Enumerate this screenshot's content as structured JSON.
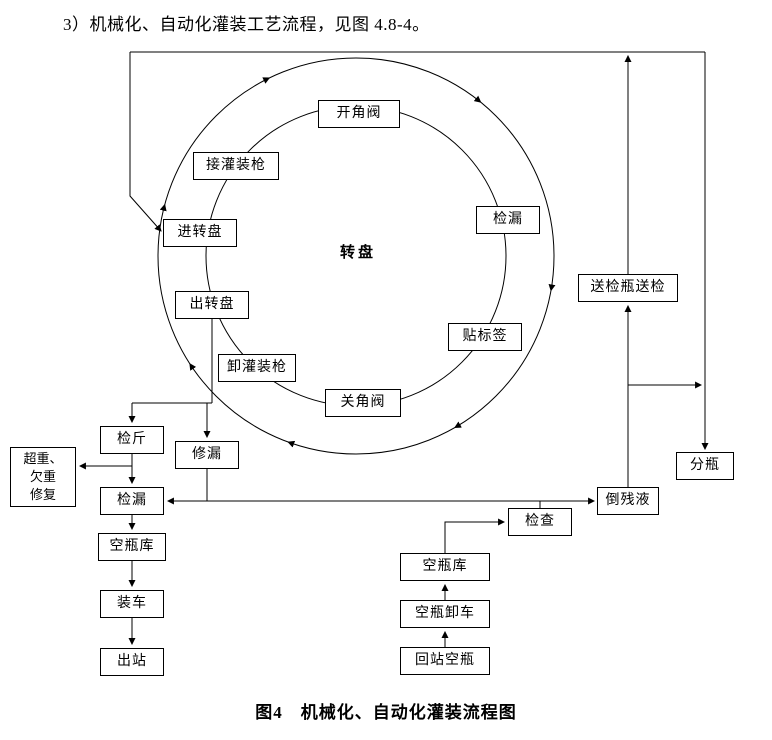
{
  "page": {
    "heading": "3）机械化、自动化灌装工艺流程，见图 4.8-4。",
    "caption": "图4　机械化、自动化灌装流程图"
  },
  "diagram": {
    "turntable_label": "转盘",
    "nodes": {
      "open_angle_valve": "开角阀",
      "attach_filling_gun": "接灌装枪",
      "enter_turntable": "进转盘",
      "leak_test_turntable": "检漏",
      "apply_label": "贴标签",
      "close_angle_valve": "关角阀",
      "remove_filling_gun": "卸灌装枪",
      "exit_turntable": "出转盘",
      "send_bottles_inspection": "送检瓶送检",
      "sort_bottles": "分瓶",
      "pour_residual": "倒残液",
      "weigh_check": "检斤",
      "repair_leak": "修漏",
      "over_under_weight_repair": "超重、\n欠重\n修复",
      "leak_test_line": "检漏",
      "empty_bottle_warehouse_left": "空瓶库",
      "load_truck": "装车",
      "exit_station": "出站",
      "inspect": "检查",
      "empty_bottle_warehouse_bottom": "空瓶库",
      "unload_empty_bottles": "空瓶卸车",
      "returned_empty_bottles": "回站空瓶"
    }
  }
}
